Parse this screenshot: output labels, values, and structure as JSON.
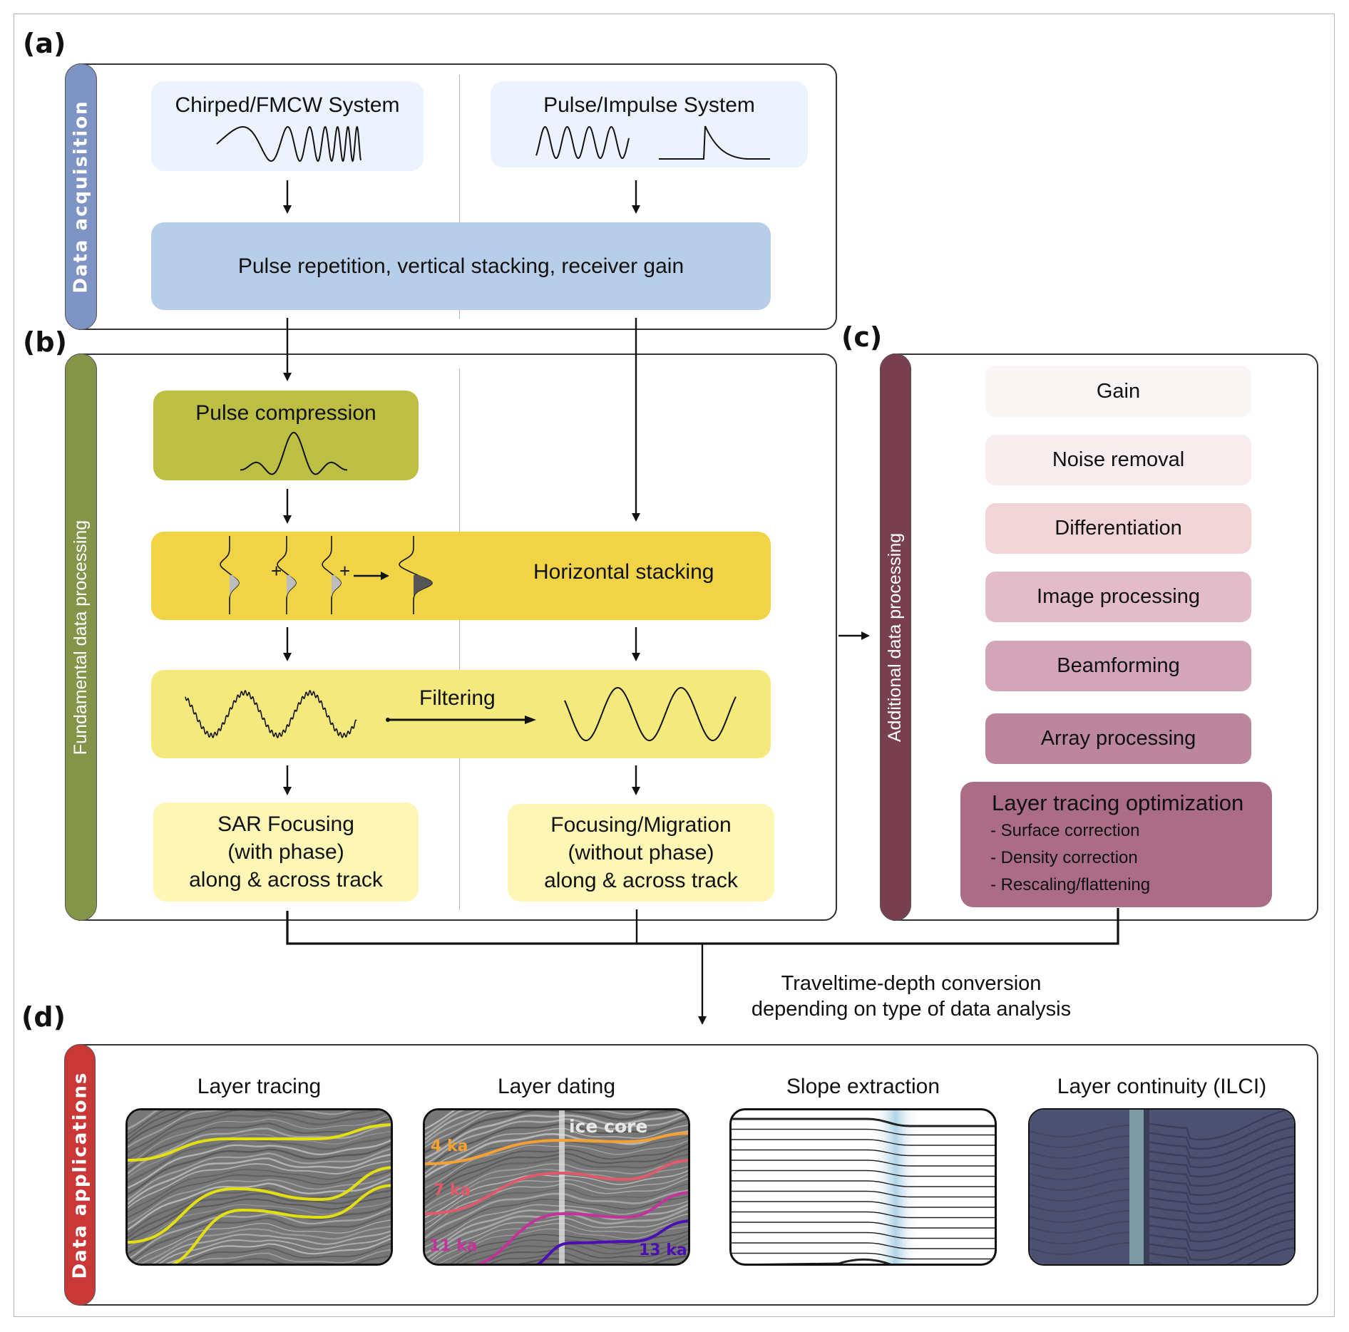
{
  "panels": {
    "a": {
      "label": "(a)",
      "sidebar": "Data acquisition",
      "sidebar_color": "#7e94c4",
      "chirped": {
        "title": "Chirped/FMCW System",
        "color": "#edf3fe"
      },
      "pulse": {
        "title": "Pulse/Impulse System",
        "color": "#edf3fe"
      },
      "combined": {
        "title": "Pulse repetition, vertical stacking, receiver gain",
        "color": "#b8cde8"
      }
    },
    "b": {
      "label": "(b)",
      "sidebar": "Fundamental data processing",
      "sidebar_color": "#84954a",
      "pulse_compression": {
        "title": "Pulse compression",
        "color": "#bdbf44"
      },
      "horizontal_stacking": {
        "title": "Horizontal stacking",
        "plus": "+",
        "color": "#f0d445"
      },
      "filtering": {
        "title": "Filtering",
        "color": "#f3e97c"
      },
      "sar": {
        "lines": [
          "SAR Focusing",
          "(with phase)",
          "along & across track"
        ],
        "color": "#fdf6b4"
      },
      "migration": {
        "lines": [
          "Focusing/Migration",
          "(without phase)",
          "along & across track"
        ],
        "color": "#fdf6b4"
      }
    },
    "c": {
      "label": "(c)",
      "sidebar": "Additional data processing",
      "sidebar_color": "#78404e",
      "items": [
        {
          "label": "Gain",
          "color": "#fbf6f6"
        },
        {
          "label": "Noise removal",
          "color": "#f7ecee"
        },
        {
          "label": "Differentiation",
          "color": "#f0d4d7"
        },
        {
          "label": "Image processing",
          "color": "#e3bcca"
        },
        {
          "label": "Beamforming",
          "color": "#d2a5b9"
        },
        {
          "label": "Array processing",
          "color": "#bc869d"
        }
      ],
      "layer_tracing": {
        "title": "Layer tracing optimization",
        "items": [
          "- Surface correction",
          "- Density correction",
          "- Rescaling/flattening"
        ],
        "color": "#ab6d86"
      }
    },
    "conversion": [
      "Traveltime-depth conversion",
      "depending on type of data analysis"
    ],
    "d": {
      "label": "(d)",
      "sidebar": "Data applications",
      "sidebar_color": "#c93737",
      "apps": [
        {
          "title": "Layer tracing"
        },
        {
          "title": "Layer dating",
          "ice_core": "ice core",
          "ages": [
            {
              "label": "4 ka",
              "color": "#f5a033"
            },
            {
              "label": "7 ka",
              "color": "#e05a6c"
            },
            {
              "label": "11 ka",
              "color": "#c2349a"
            },
            {
              "label": "13 ka",
              "color": "#4b0fb4"
            }
          ]
        },
        {
          "title": "Slope extraction"
        },
        {
          "title": "Layer continuity (ILCI)"
        }
      ],
      "trace_color": "#e3e010"
    }
  }
}
